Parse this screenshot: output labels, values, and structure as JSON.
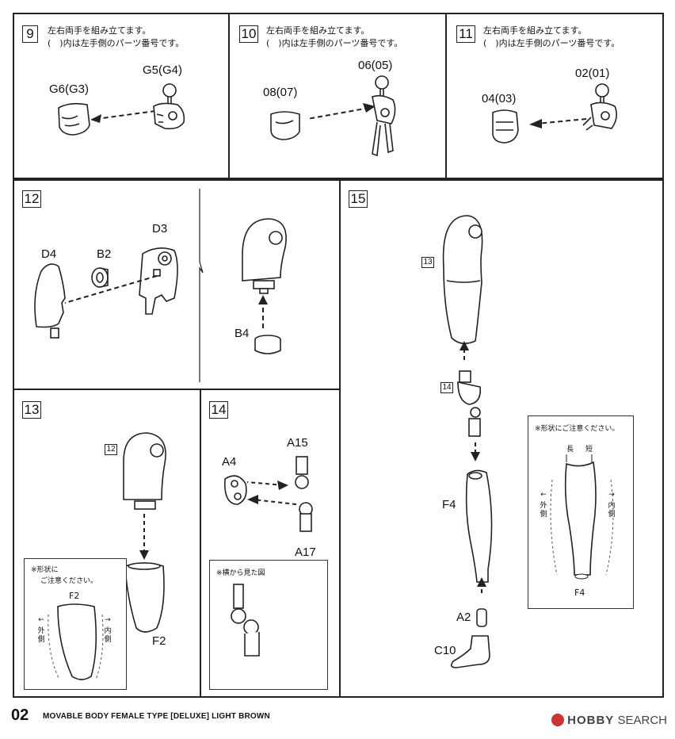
{
  "steps": {
    "s9": {
      "num": "9",
      "line1": "左右両手を組み立てます。",
      "line2": "(　)内は左手側のパーツ番号です。",
      "label_a": "G6(G3)",
      "label_b": "G5(G4)"
    },
    "s10": {
      "num": "10",
      "line1": "左右両手を組み立てます。",
      "line2": "(　)内は左手側のパーツ番号です。",
      "label_a": "08(07)",
      "label_b": "06(05)"
    },
    "s11": {
      "num": "11",
      "line1": "左右両手を組み立てます。",
      "line2": "(　)内は左手側のパーツ番号です。",
      "label_a": "04(03)",
      "label_b": "02(01)"
    },
    "s12": {
      "num": "12",
      "label_d4": "D4",
      "label_b2": "B2",
      "label_d3": "D3",
      "label_b4": "B4"
    },
    "s13": {
      "num": "13",
      "ref": "12",
      "label_f2": "F2",
      "note_title": "※形状に",
      "note_title2": "ご注意ください。",
      "note_part": "F2",
      "outer_arrow": "←",
      "outer": "外側",
      "inner_arrow": "→",
      "inner": "内側"
    },
    "s14": {
      "num": "14",
      "label_a4": "A4",
      "label_a15": "A15",
      "label_a17": "A17",
      "note_title": "※横から見た図"
    },
    "s15": {
      "num": "15",
      "ref13": "13",
      "ref14": "14",
      "label_f4": "F4",
      "label_a2": "A2",
      "label_c10": "C10",
      "note_title": "※形状にご注意ください。",
      "long": "長",
      "short": "短",
      "outer_arrow": "←",
      "outer": "外側",
      "inner_arrow": "→",
      "inner": "内側",
      "note_part": "F4"
    }
  },
  "footer": {
    "page_num": "02",
    "title": "MOVABLE BODY FEMALE TYPE [DELUXE] LIGHT BROWN",
    "watermark_brand": "HOBBY",
    "watermark_rest": "SEARCH"
  }
}
